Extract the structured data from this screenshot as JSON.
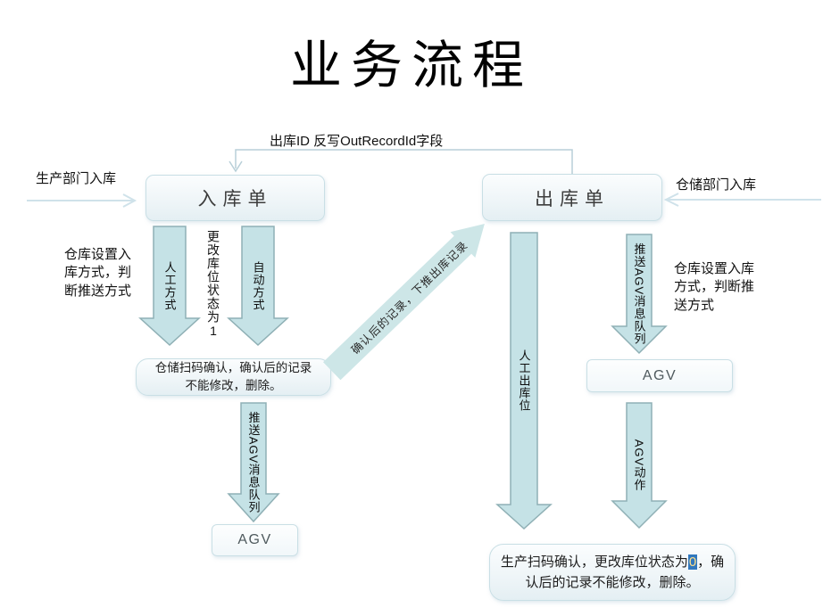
{
  "title": "业务流程",
  "annotations": {
    "feedback_label": "出库ID 反写OutRecordId字段",
    "production_in_label": "生产部门入库",
    "warehouse_in_label": "仓储部门入库",
    "left_note": "仓库设置入库方式，判断推送方式",
    "right_note": "仓库设置入库方式，判断推送方式",
    "status_note": "更改库位状态为1"
  },
  "nodes": {
    "inbound_order": "入库单",
    "outbound_order": "出库单",
    "warehouse_scan": "仓储扫码确认，确认后的记录不能修改，删除。",
    "agv_left": "AGV",
    "agv_right": "AGV",
    "production_scan": {
      "before": "生产扫码确认，更改库位状态为",
      "highlight": "0",
      "after": "，确认后的记录不能修改，删除。"
    }
  },
  "arrows": {
    "manual_mode": "人工方式",
    "auto_mode": "自动方式",
    "push_agv_left": "推送AGV消息队列",
    "push_agv_right": "推送AGV消息队列",
    "manual_out": "人工出库位",
    "agv_action": "AGV动作",
    "confirm_push": "确认后的记录，下推出库记录"
  },
  "colors": {
    "background": "#ffffff",
    "arrow_fill": "#c5e2e6",
    "arrow_border": "#8fb0b5",
    "diagonal_arrow_fill": "#cde6e7",
    "box_border": "#c9dfe5",
    "connector_line": "#c5dde6",
    "feedback_line": "#b8cfd8",
    "highlight_bg": "#3178be",
    "highlight_text": "#ffe08a"
  }
}
